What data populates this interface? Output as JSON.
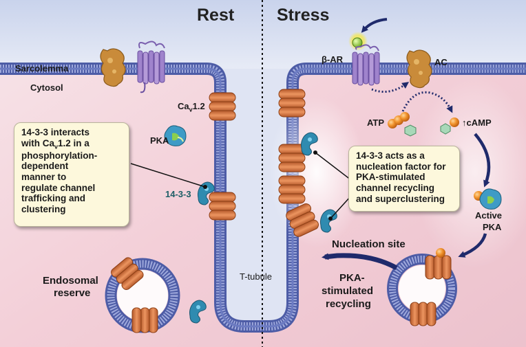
{
  "titles": {
    "rest": "Rest",
    "stress": "Stress"
  },
  "labels": {
    "sarcolemma": "Sarcolemma",
    "cytosol": "Cytosol",
    "cav12_base": "Ca",
    "cav12_sub": "v",
    "cav12_rest": "1.2",
    "pka": "PKA",
    "protein_1433": "14-3-3",
    "endosomal": "Endosomal",
    "reserve": "reserve",
    "t_tubule": "T-tubule",
    "beta_ar": "β-AR",
    "ac": "AC",
    "atp": "ATP",
    "camp": "↑cAMP",
    "active": "Active",
    "active_pka": "PKA",
    "nucleation_site": "Nucleation site",
    "recycling_1": "PKA-",
    "recycling_2": "stimulated",
    "recycling_3": "recycling"
  },
  "callout_left": {
    "line1": "14-3-3 interacts",
    "line2_pre": "with Ca",
    "line2_sub": "v",
    "line2_post": "1.2 in a",
    "line3": "phosphorylation-",
    "line4": "dependent",
    "line5": "manner to",
    "line6": "regulate channel",
    "line7": "trafficking and",
    "line8": "clustering"
  },
  "callout_right": {
    "line1": "14-3-3 acts as a",
    "line2": "nucleation factor for",
    "line3": "PKA-stimulated",
    "line4": "channel recycling",
    "line5": "and superclustering"
  },
  "colors": {
    "membrane": "#5868b2",
    "cytosol": "#f5d7dd",
    "extracellular": "#d9dff0",
    "channel": "#d97a3e",
    "receptor": "#9b7fc6",
    "adenylyl_cyclase": "#d2a24a",
    "arrow": "#1f2a6b"
  }
}
